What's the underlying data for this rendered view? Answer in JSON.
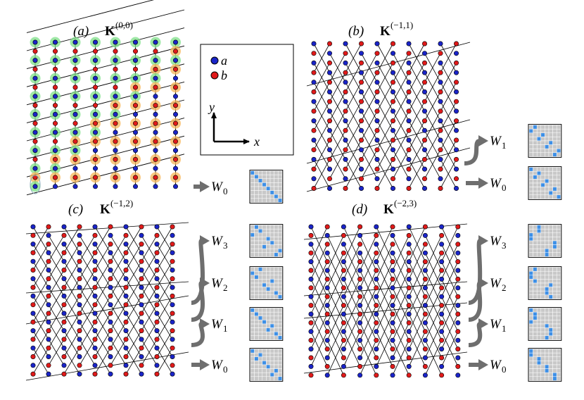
{
  "panels": [
    {
      "id": "a",
      "label": "(a)",
      "kernel": {
        "symbol": "K",
        "superscript": "(0,0)"
      },
      "outputs": [
        {
          "symbol": "W",
          "subscript": "0",
          "row_shift": [
            0,
            1,
            2,
            3,
            4,
            5,
            6,
            7
          ]
        }
      ]
    },
    {
      "id": "b",
      "label": "(b)",
      "kernel": {
        "symbol": "K",
        "superscript": "(−1,1)"
      },
      "outputs": [
        {
          "symbol": "W",
          "subscript": "1",
          "row_shift": [
            1,
            0,
            3,
            2,
            5,
            4,
            7,
            6
          ]
        },
        {
          "symbol": "W",
          "subscript": "0",
          "row_shift": [
            0,
            2,
            1,
            4,
            3,
            6,
            5,
            7
          ]
        }
      ]
    },
    {
      "id": "c",
      "label": "(c)",
      "kernel": {
        "symbol": "K",
        "superscript": "(−1,2)"
      },
      "outputs": [
        {
          "symbol": "W",
          "subscript": "3",
          "row_shift": [
            1,
            2,
            0,
            4,
            5,
            3,
            7,
            6
          ]
        },
        {
          "symbol": "W",
          "subscript": "2",
          "row_shift": [
            2,
            0,
            1,
            5,
            3,
            4,
            6,
            7
          ]
        },
        {
          "symbol": "W",
          "subscript": "1",
          "row_shift": [
            0,
            1,
            2,
            3,
            5,
            4,
            6,
            7
          ]
        },
        {
          "symbol": "W",
          "subscript": "0",
          "row_shift": [
            0,
            2,
            1,
            3,
            4,
            6,
            5,
            7
          ]
        }
      ]
    },
    {
      "id": "d",
      "label": "(d)",
      "kernel": {
        "symbol": "K",
        "superscript": "(−2,3)"
      },
      "outputs": [
        {
          "symbol": "W",
          "subscript": "3",
          "row_shift": [
            2,
            2,
            0,
            0,
            6,
            6,
            4,
            4
          ]
        },
        {
          "symbol": "W",
          "subscript": "2",
          "row_shift": [
            1,
            0,
            0,
            1,
            5,
            4,
            4,
            5
          ]
        },
        {
          "symbol": "W",
          "subscript": "1",
          "row_shift": [
            0,
            1,
            1,
            0,
            4,
            5,
            5,
            4
          ]
        },
        {
          "symbol": "W",
          "subscript": "0",
          "row_shift": [
            0,
            0,
            2,
            2,
            4,
            4,
            6,
            6
          ]
        }
      ]
    }
  ],
  "legend": {
    "items": [
      {
        "label": "a",
        "color": "#1a24c8"
      },
      {
        "label": "b",
        "color": "#e01a1a"
      }
    ],
    "axes": {
      "x": "x",
      "y": "y"
    }
  },
  "colors": {
    "site_a": "#1a24c8",
    "site_b": "#e01a1a",
    "glow_green": "#7fe08a",
    "glow_orange": "#f7b75a",
    "matrix_filled": "#3d8fe6",
    "matrix_empty": "#c8c8c8",
    "arrow": "#6e6e6e"
  },
  "icons": {
    "arrow": "thick-arrow-right-icon",
    "axes": "xy-axes-icon"
  }
}
